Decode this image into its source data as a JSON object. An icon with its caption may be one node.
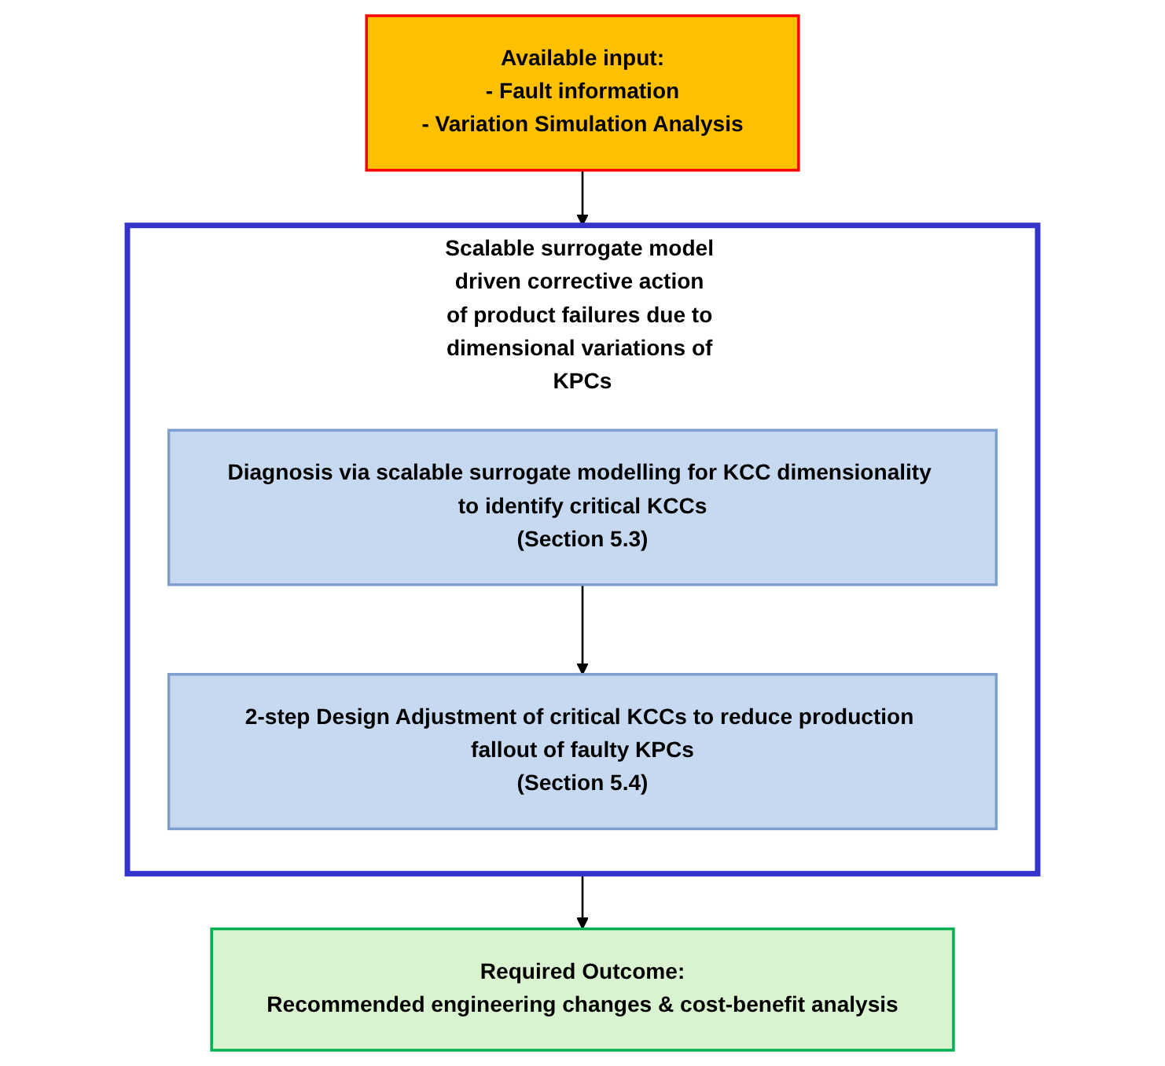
{
  "diagram": {
    "nodes": [
      {
        "text": [
          "Available input:",
          "- Fault information",
          "- Variation Simulation Analysis"
        ]
      },
      {
        "text": [
          "Scalable surrogate model driven corrective action of product failures due to dimensional variations of KPCs"
        ]
      },
      {
        "text": [
          "Diagnosis via scalable surrogate modelling for KCC dimensionality to identify critical KCCs",
          "(Section 5.3)"
        ],
        "in": 1
      },
      {
        "text": [
          "2-step Design Adjustment of critical KCCs to reduce production fallout of faulty KPCs",
          "(Section 5.4)"
        ],
        "in": 1
      },
      {
        "text": [
          "Required Outcome:",
          "Recommended engineering changes & cost-benefit analysis"
        ]
      }
    ],
    "edges": [
      {
        "from": 0,
        "to": 1,
        "arrow": "to"
      },
      {
        "from": 2,
        "to": 3,
        "arrow": "to"
      },
      {
        "from": 1,
        "to": 4,
        "arrow": "to"
      }
    ]
  }
}
